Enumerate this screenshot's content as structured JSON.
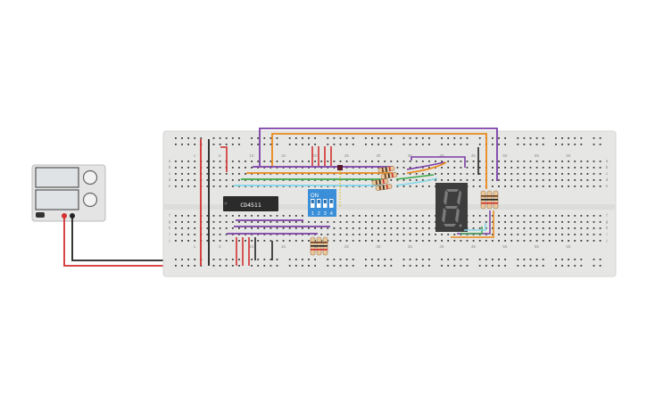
{
  "power_supply": {
    "name": "dc-power-supply",
    "body_color": "#e4e4e4",
    "display_color": "#dfe3e6",
    "terminal_positive_color": "#d32f2f",
    "terminal_negative_color": "#222222"
  },
  "breadboard": {
    "body_color": "#e6e6e4",
    "hole_color": "#3c3c3c",
    "rail_red": "#d32f2f",
    "rail_dark": "#222222",
    "top_column_labels": [
      "1",
      "5",
      "10",
      "15",
      "20",
      "25",
      "30",
      "35",
      "40",
      "45",
      "50",
      "55",
      "60"
    ],
    "bottom_column_labels": [
      "1",
      "5",
      "10",
      "15",
      "20",
      "25",
      "30",
      "35",
      "40",
      "45",
      "50",
      "55",
      "60"
    ],
    "top_row_labels": [
      "a",
      "b",
      "c",
      "d",
      "e"
    ],
    "bottom_row_labels": [
      "f",
      "g",
      "h",
      "i",
      "j"
    ]
  },
  "ic": {
    "label": "CD4511",
    "color": "#2b2b2b"
  },
  "dip_switch": {
    "label": "ON",
    "positions": [
      "1",
      "2",
      "3",
      "4"
    ],
    "color": "#3a8fd8"
  },
  "seven_segment": {
    "color": "#3d3d3d",
    "segment_color": "#7a7a7a",
    "digit_shown": "8"
  },
  "wire_colors": {
    "purple": "#7b3fa8",
    "orange": "#e8891c",
    "green": "#3aa84a",
    "cyan": "#7fd6e8",
    "red": "#d32f2f",
    "black": "#222222",
    "yellow": "#d8c63a"
  }
}
